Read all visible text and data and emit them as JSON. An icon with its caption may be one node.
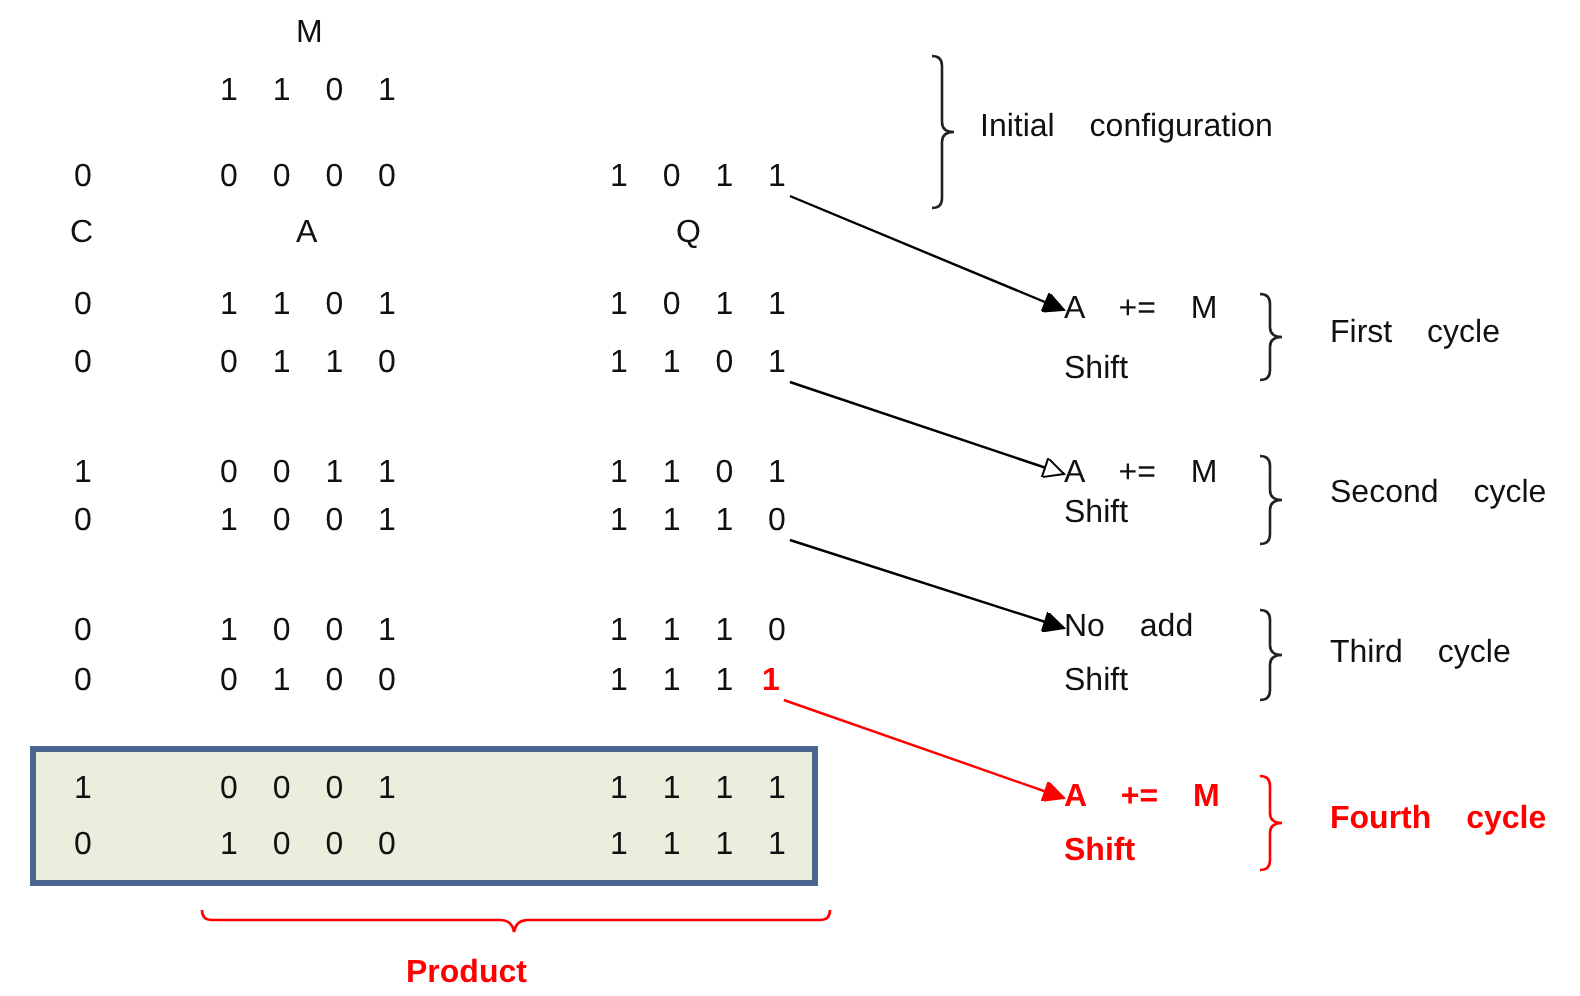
{
  "diagram": {
    "nodes": [
      {
        "text": [
          "1 0 1 1"
        ]
      },
      {
        "text": [
          "A += M",
          "Shift"
        ]
      },
      {
        "text": [
          "1 1 0 1"
        ]
      },
      {
        "text": [
          "A += M",
          "Shift"
        ]
      },
      {
        "text": [
          "1 1 1 0"
        ]
      },
      {
        "text": [
          "No add",
          "Shift"
        ]
      },
      {
        "text": [
          "1"
        ]
      },
      {
        "text": [
          "A += M",
          "Shift"
        ]
      },
      {
        "text": [
          "1",
          "0 0 0 1",
          "1 1 1 1",
          "0",
          "1 0 0 0",
          "1 1 1 1"
        ]
      }
    ],
    "edges": [
      {
        "from": 0,
        "to": 1,
        "arrow": "to"
      },
      {
        "from": 2,
        "to": 3,
        "arrow": "to"
      },
      {
        "from": 4,
        "to": 5,
        "arrow": "to"
      },
      {
        "from": 6,
        "to": 7,
        "arrow": "to",
        "color": "#ff0000"
      }
    ],
    "labels": [
      "M",
      "1 1 0 1",
      "Initial configuration",
      "0",
      "0 0 0 0",
      "C",
      "A",
      "Q",
      "0",
      "1 1 0 1",
      "1 0 1 1",
      "First cycle",
      "0",
      "0 1 1 0",
      "1",
      "0 0 1 1",
      "1 1 0 1",
      "Second cycle",
      "0",
      "1 0 0 1",
      "0",
      "1 0 0 1",
      "1 1 1 0",
      "Third cycle",
      "0",
      "0 1 0 0",
      "1 1 1",
      "Fourth cycle",
      "Product"
    ]
  }
}
